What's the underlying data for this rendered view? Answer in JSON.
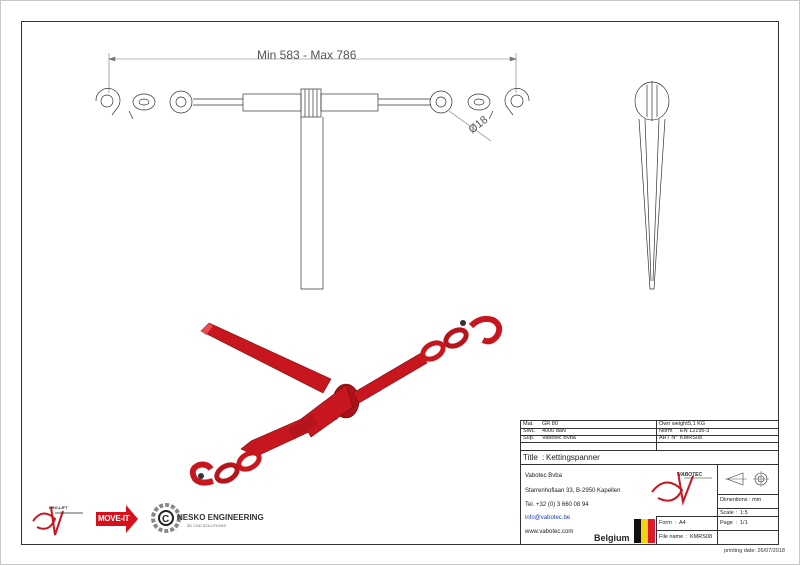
{
  "drawing": {
    "dimension_length": "Min 583 - Max 786",
    "dimension_diameter": "Ø18"
  },
  "title_block": {
    "mat_label": "Mat.",
    "mat_value": "GR 80",
    "swl_label": "SWL",
    "swl_value": "4000 daN",
    "sup_label": "Sup.",
    "sup_value": "Vabotec Bvba",
    "weight_label": "Own weight",
    "weight_value": "5,1 KG",
    "norm_label": "Norm",
    "norm_value": "EN 12195-3",
    "art_label": "ART N°",
    "art_value": "KMRS08",
    "title_label": "Title",
    "title_value": "Kettingspanner",
    "company": "Vabotec Bvba",
    "address": "Starrenhoflaan 33, B-2950 Kapellen",
    "phone": "Tel. +32 (0) 3 660 08 94",
    "email": "info@vabotec.be",
    "website": "www.vabotec.com",
    "country": "Belgium",
    "dimensions_label": "Dimentions : mm",
    "scale_label": "Scale",
    "scale_value": "1:5",
    "form_label": "Form",
    "form_value": "A4",
    "page_label": "Page",
    "page_value": "1/1",
    "file_label": "File name",
    "file_value": "KMRS08",
    "brand_logo": "VABOTEC"
  },
  "logos": {
    "proliff": "PRO-LIFT",
    "moveit": "MOVE-IT",
    "nesko": "NESKO ENGINEERING",
    "nesko_sub": "3D CAD SOLUTIONS"
  },
  "print_date_label": "printing date:",
  "print_date_value": "26/07/2018",
  "colors": {
    "product_red": "#c8161e",
    "dark_red": "#8a0f14",
    "flag_black": "#111111",
    "flag_yellow": "#f5d313",
    "flag_red": "#e0182b"
  }
}
